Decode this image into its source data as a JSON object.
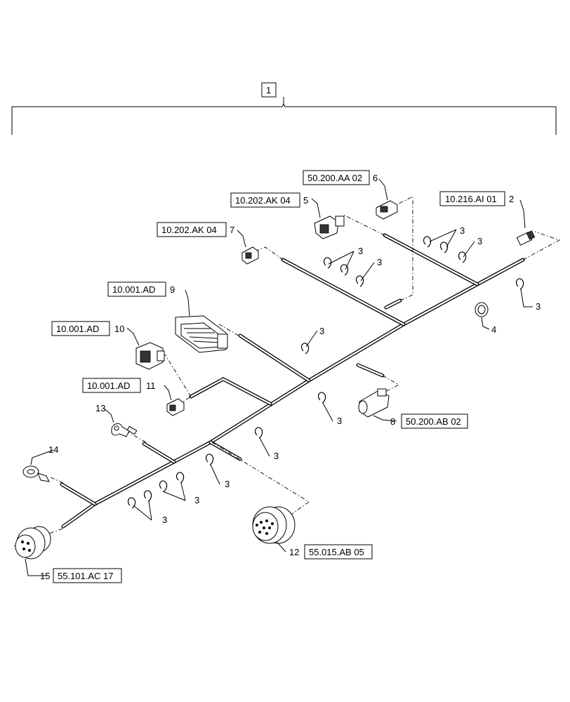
{
  "assembly": {
    "item_number": "1"
  },
  "callouts": {
    "c2": {
      "item": "2",
      "ref": "10.216.AI 01"
    },
    "c4": {
      "item": "4"
    },
    "c5": {
      "item": "5",
      "ref": "10.202.AK 04"
    },
    "c6": {
      "item": "6",
      "ref": "50.200.AA 02"
    },
    "c7": {
      "item": "7",
      "ref": "10.202.AK 04"
    },
    "c8": {
      "item": "8",
      "ref": "50.200.AB 02"
    },
    "c9": {
      "item": "9",
      "ref": "10.001.AD"
    },
    "c10": {
      "item": "10",
      "ref": "10.001.AD"
    },
    "c11": {
      "item": "11",
      "ref": "10.001.AD"
    },
    "c12": {
      "item": "12",
      "ref": "55.015.AB 05"
    },
    "c13": {
      "item": "13"
    },
    "c14": {
      "item": "14"
    },
    "c15": {
      "item": "15",
      "ref": "55.101.AC 17"
    }
  },
  "clip_item": "3"
}
